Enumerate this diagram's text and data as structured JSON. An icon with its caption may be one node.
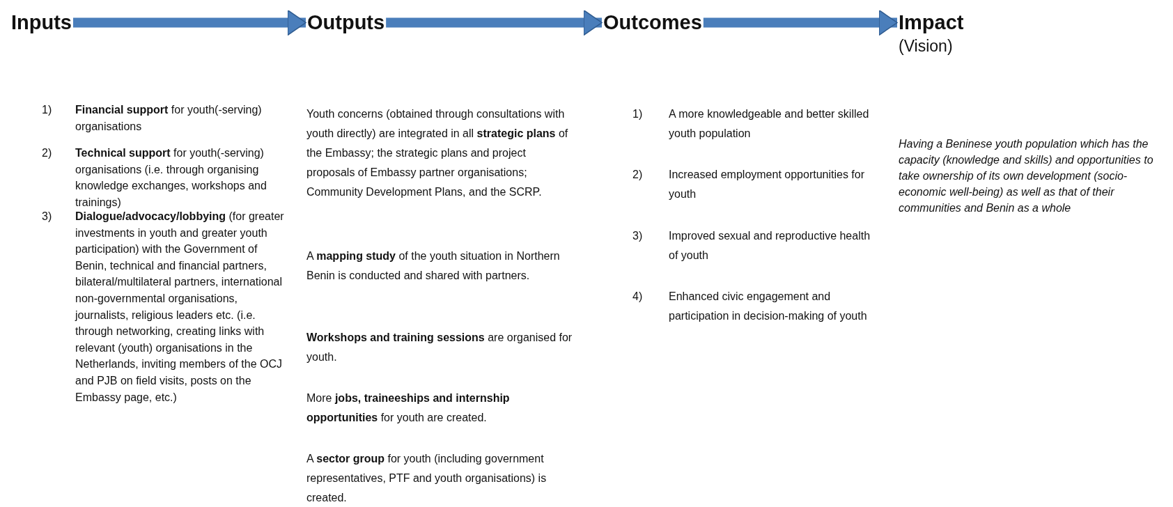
{
  "diagram": {
    "nodes": [
      {
        "text": [
          "Inputs"
        ]
      },
      {
        "text": [
          "Outputs"
        ]
      },
      {
        "text": [
          "Outcomes"
        ]
      },
      {
        "text": [
          "Impact",
          "(Vision)"
        ]
      }
    ],
    "edges": [
      {
        "from": 0,
        "to": 1,
        "arrow": "to"
      },
      {
        "from": 1,
        "to": 2,
        "arrow": "to"
      },
      {
        "from": 2,
        "to": 3,
        "arrow": "to"
      }
    ],
    "labels": [
      "1)",
      "**Financial support** for youth(-serving) organisations",
      "2)",
      "**Technical support** for youth(-serving) organisations (i.e. through organising knowledge exchanges, workshops and trainings)",
      "3)",
      "**Dialogue/advocacy/lobbying** (for greater investments in youth and greater youth participation) with the Government of Benin, technical and financial partners, bilateral/multilateral partners, international non-governmental organisations, journalists, religious leaders etc. (i.e. through networking, creating links with relevant (youth) organisations in the Netherlands, inviting members of the OCJ and PJB on field visits, posts on the Embassy page, etc.)",
      "Youth concerns (obtained through consultations with youth directly) are integrated in all **strategic plans** of the Embassy; the strategic plans and project proposals of Embassy partner organisations; Community Development Plans, and the SCRP.",
      "A **mapping study** of the youth situation in Northern Benin is conducted and shared with partners.",
      "**Workshops and training sessions** are organised for youth.",
      "More **jobs, traineeships and internship opportunities** for youth are created.",
      "A **sector group** for youth (including government representatives, PTF and youth organisations) is created.",
      "1)",
      "A more knowledgeable and better skilled youth population",
      "2)",
      "Increased employment opportunities for youth",
      "3)",
      "Improved sexual and reproductive health of youth",
      "4)",
      "Enhanced civic engagement and participation in decision-making of youth",
      "Having a Beninese youth population which has the capacity (knowledge and skills) and opportunities to take ownership of its own development (socio-economic well-being) as well as that of their communities and Benin as a whole"
    ]
  }
}
